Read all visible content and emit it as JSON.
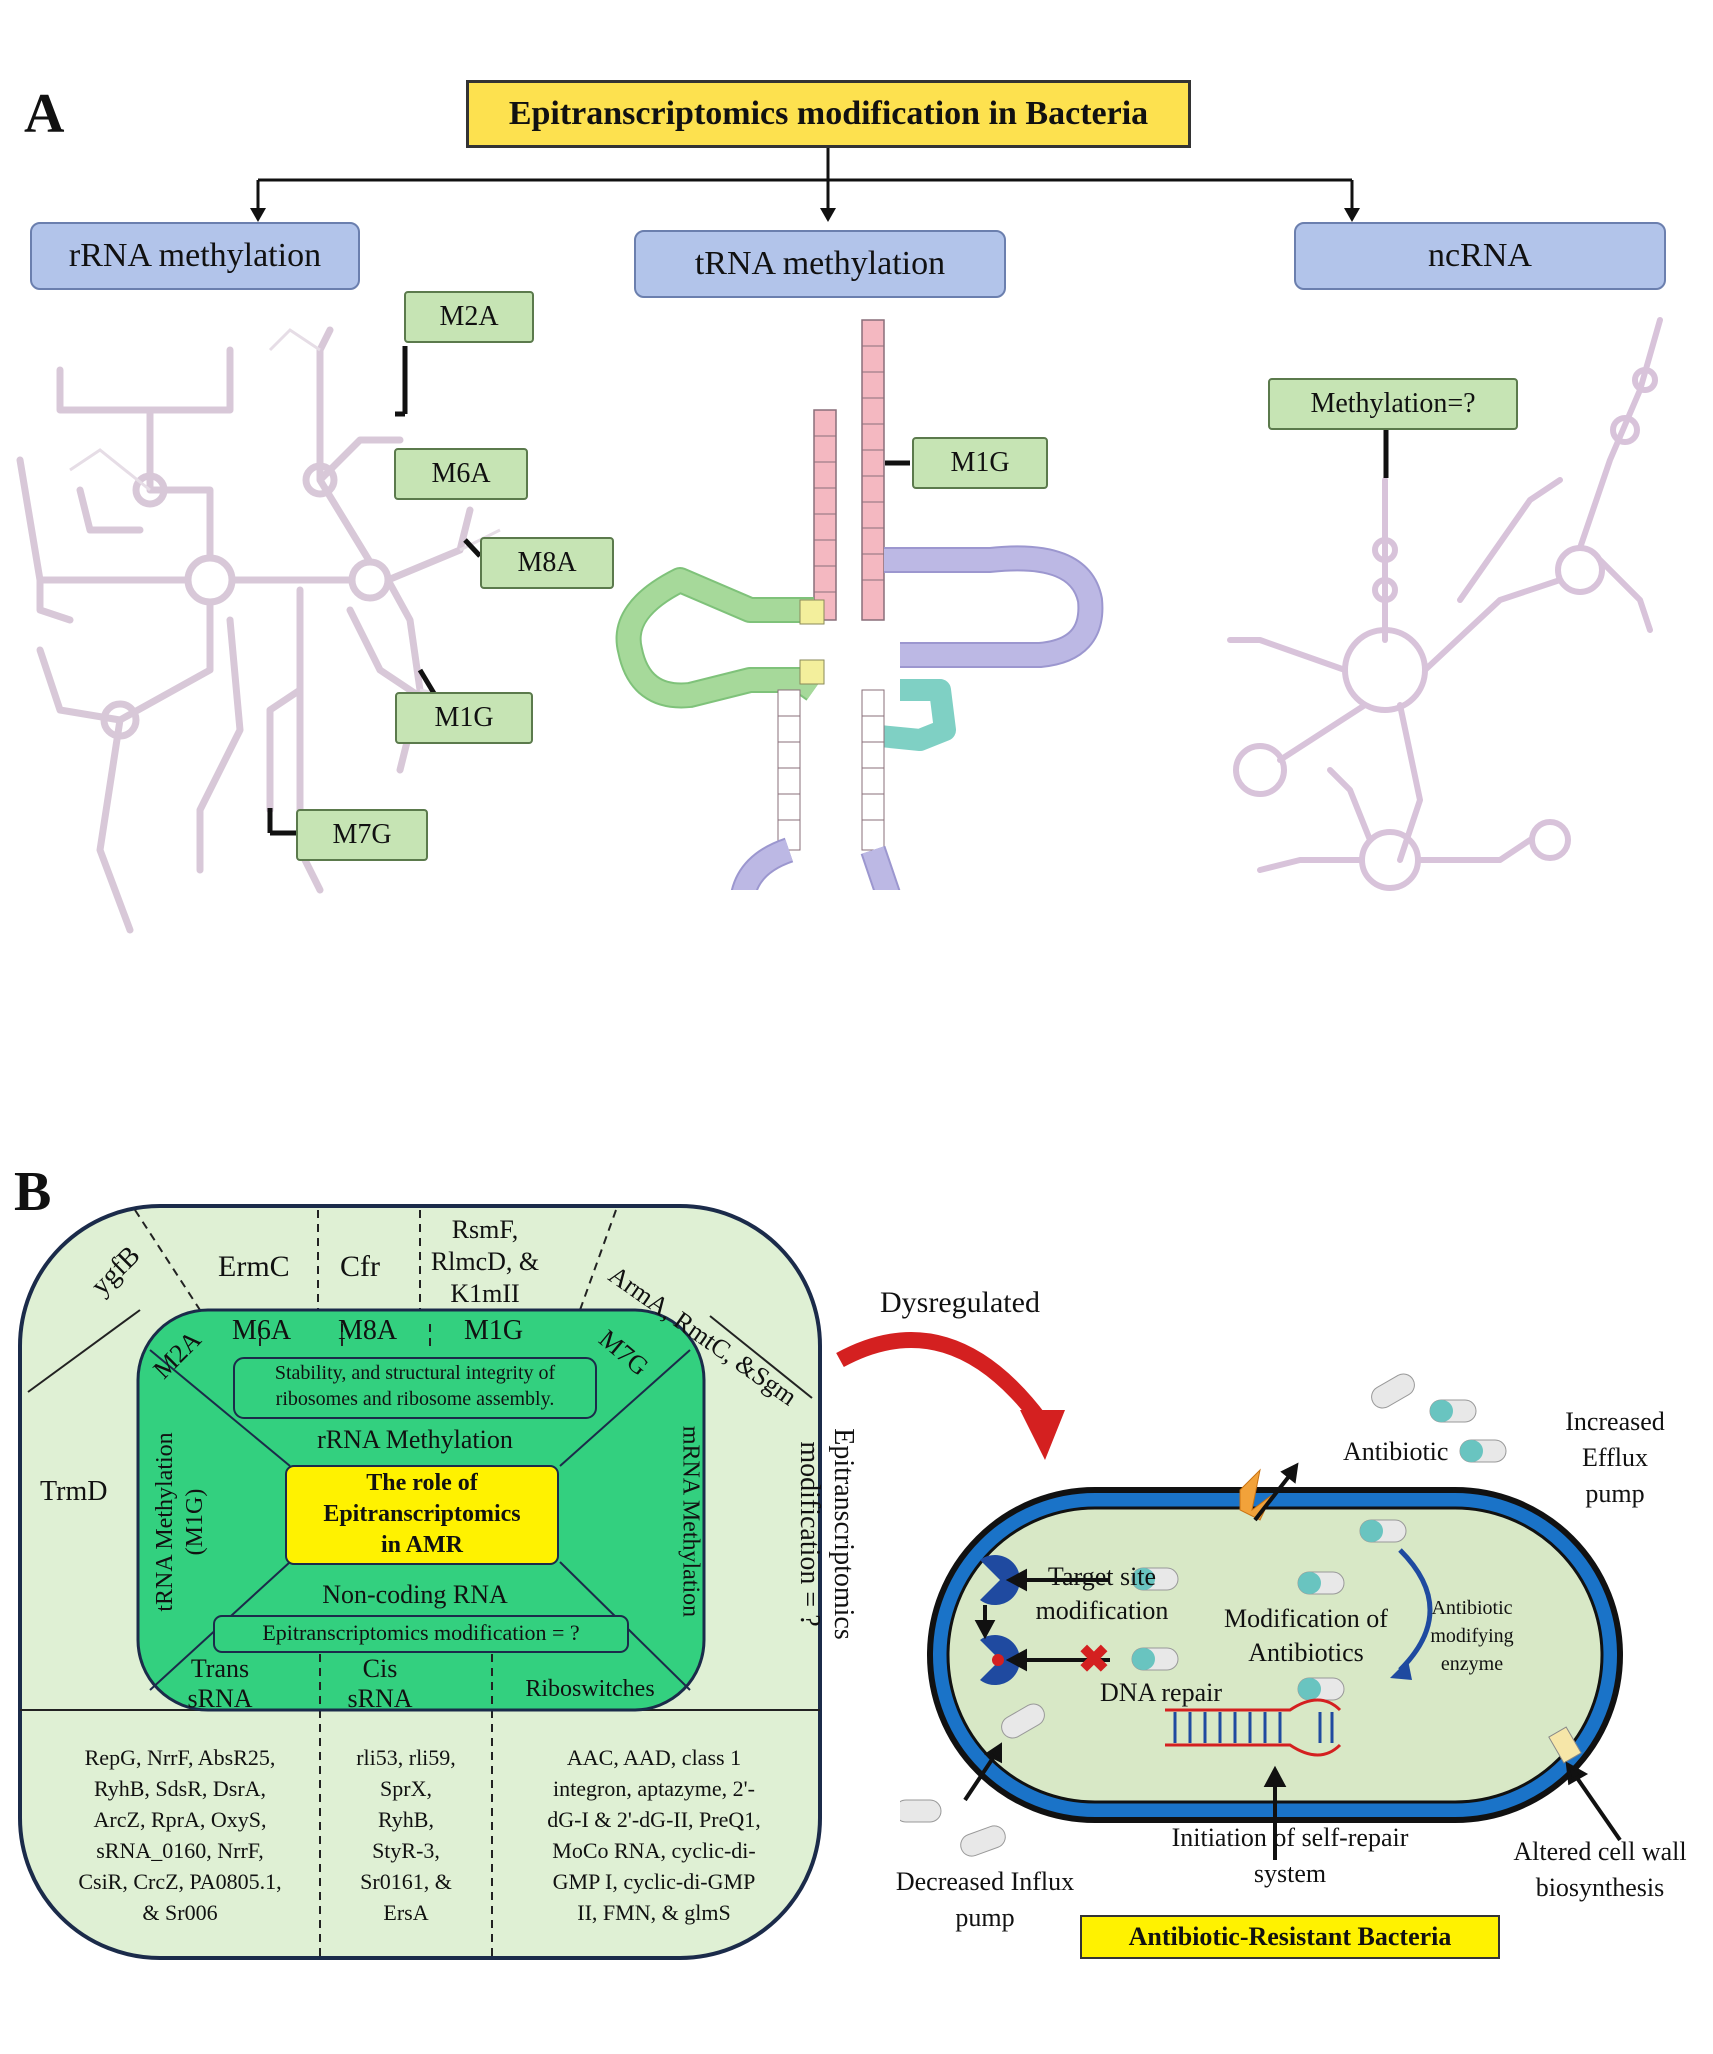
{
  "panel_a": {
    "letter": "A",
    "title": "Epitranscriptomics modification in Bacteria",
    "categories": [
      "rRNA methylation",
      "tRNA methylation",
      "ncRNA"
    ],
    "rrna_tags": [
      "M2A",
      "M6A",
      "M8A",
      "M1G",
      "M7G"
    ],
    "trna_tag": "M1G",
    "ncrna_tag": "Methylation=?"
  },
  "panel_b": {
    "letter": "B",
    "outer_segments": {
      "ygfb": "ygfB",
      "ermc": "ErmC",
      "cfr": "Cfr",
      "rsmf": [
        "RsmF,",
        "RlmcD, &",
        "K1mII"
      ],
      "arma": "ArmA, RmtC, &Sgm",
      "trmd": "TrmD",
      "epi_right": [
        "Epitranscriptomics",
        "modification = ?"
      ]
    },
    "inner": {
      "mods": [
        "M2A",
        "M6A",
        "M8A",
        "M1G",
        "M7G"
      ],
      "stability_text": [
        "Stability, and structural integrity of",
        "ribosomes and ribosome assembly."
      ],
      "rrna_label": "rRNA Methylation",
      "trna_label": [
        "tRNA Methylation",
        "(M1G)"
      ],
      "mrna_label": "mRNA Methylation",
      "center_title": [
        "The role of",
        "Epitranscriptomics",
        "in AMR"
      ],
      "ncrna_label": "Non-coding RNA",
      "nc_mod": "Epitranscriptomics modification = ?",
      "trans": [
        "Trans",
        "sRNA"
      ],
      "cis": [
        "Cis",
        "sRNA"
      ],
      "ribo": "Riboswitches"
    },
    "bottom_lists": {
      "trans": [
        "RepG, NrrF, AbsR25,",
        "RyhB, SdsR, DsrA,",
        "ArcZ, RprA, OxyS,",
        "sRNA_0160, NrrF,",
        "CsiR, CrcZ, PA0805.1,",
        "& Sr006"
      ],
      "cis": [
        "rli53, rli59,",
        "SprX,",
        "RyhB,",
        "StyR-3,",
        "Sr0161, &",
        "ErsA"
      ],
      "ribo": [
        "AAC, AAD, class 1",
        "integron, aptazyme, 2'-",
        "dG-I & 2'-dG-II, PreQ1,",
        "MoCo RNA, cyclic-di-",
        "GMP I, cyclic-di-GMP",
        "II, FMN, & glmS"
      ]
    },
    "dysregulated": "Dysregulated",
    "bacteria": {
      "antibiotic": "Antibiotic",
      "efflux": [
        "Increased",
        "Efflux",
        "pump"
      ],
      "target_site": [
        "Target site",
        "modification"
      ],
      "mod_antibiotics": [
        "Modification of",
        "Antibiotics"
      ],
      "enzyme": [
        "Antibiotic",
        "modifying",
        "enzyme"
      ],
      "dna_repair": "DNA repair",
      "self_repair": [
        "Initiation of self-repair",
        "system"
      ],
      "influx": [
        "Decreased Influx",
        "pump"
      ],
      "cell_wall": [
        "Altered cell wall",
        "biosynthesis"
      ],
      "resistant": "Antibiotic-Resistant Bacteria"
    }
  }
}
